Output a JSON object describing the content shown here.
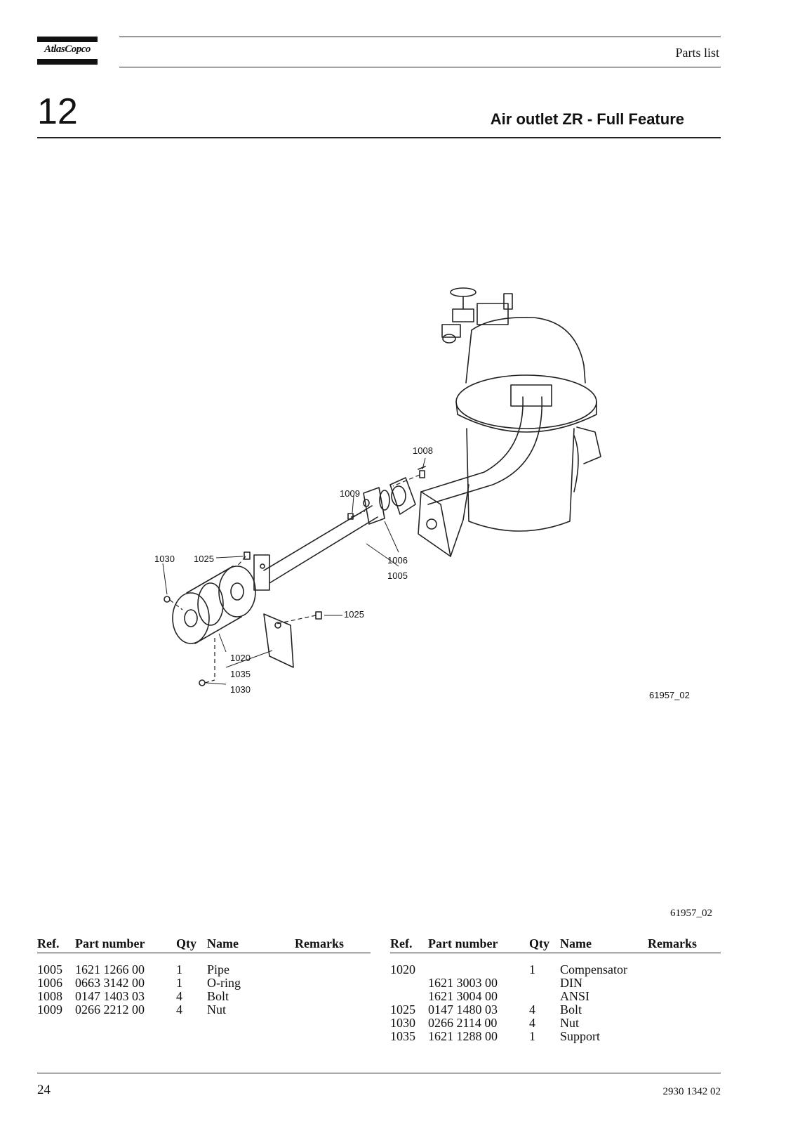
{
  "header": {
    "logo_text": "AtlasCopco",
    "section_label": "Parts list"
  },
  "chapter": {
    "number": "12",
    "title": "Air outlet ZR - Full Feature"
  },
  "figure": {
    "callouts": [
      "1008",
      "1009",
      "1030",
      "1025",
      "1006",
      "1005",
      "1025",
      "1020",
      "1035",
      "1030"
    ],
    "figure_id": "61957_02"
  },
  "figure_code": "61957_02",
  "parts_table": {
    "headers": {
      "ref": "Ref.",
      "part_number": "Part number",
      "qty": "Qty",
      "name": "Name",
      "remarks": "Remarks"
    },
    "left_rows": [
      {
        "ref": "1005",
        "part_number": "1621 1266 00",
        "qty": "1",
        "name": "Pipe",
        "remarks": ""
      },
      {
        "ref": "1006",
        "part_number": "0663 3142 00",
        "qty": "1",
        "name": "O-ring",
        "remarks": ""
      },
      {
        "ref": "1008",
        "part_number": "0147 1403 03",
        "qty": "4",
        "name": "Bolt",
        "remarks": ""
      },
      {
        "ref": "1009",
        "part_number": "0266 2212 00",
        "qty": "4",
        "name": "Nut",
        "remarks": ""
      }
    ],
    "right_rows": [
      {
        "ref": "1020",
        "part_number": "",
        "qty": "1",
        "name": "Compensator",
        "remarks": ""
      },
      {
        "ref": "",
        "part_number": "1621 3003 00",
        "qty": "",
        "name": "DIN",
        "remarks": ""
      },
      {
        "ref": "",
        "part_number": "1621 3004 00",
        "qty": "",
        "name": "ANSI",
        "remarks": ""
      },
      {
        "ref": "1025",
        "part_number": "0147 1480 03",
        "qty": "4",
        "name": "Bolt",
        "remarks": ""
      },
      {
        "ref": "1030",
        "part_number": "0266 2114 00",
        "qty": "4",
        "name": "Nut",
        "remarks": ""
      },
      {
        "ref": "1035",
        "part_number": "1621 1288 00",
        "qty": "1",
        "name": "Support",
        "remarks": ""
      }
    ]
  },
  "footer": {
    "page_number": "24",
    "document_number": "2930 1342 02"
  }
}
